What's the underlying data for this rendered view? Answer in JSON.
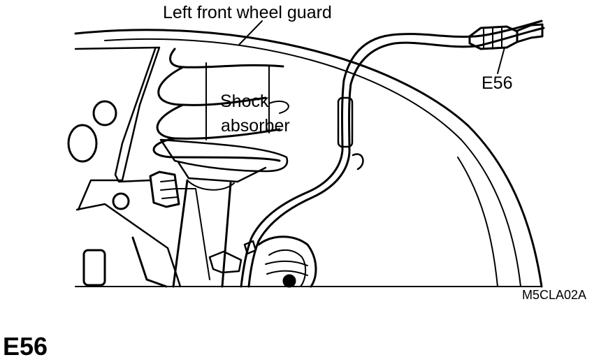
{
  "labels": {
    "wheel_guard": "Left front wheel guard",
    "shock_line1": "Shock",
    "shock_line2": "absorber",
    "connector": "E56"
  },
  "figure_code": "M5CLA02A",
  "section_title": "E56",
  "colors": {
    "ink": "#000000",
    "paper": "#ffffff"
  }
}
